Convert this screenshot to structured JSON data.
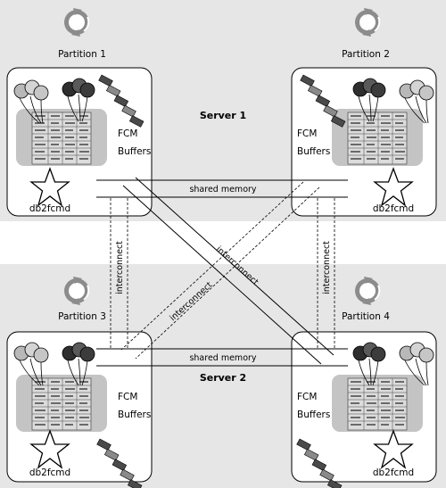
{
  "servers": {
    "server1_title": "Server 1",
    "server2_title": "Server 2"
  },
  "partitions": [
    {
      "id": "p1",
      "label": "Partition 1",
      "fcm": "FCM",
      "buffers": "Buffers",
      "process": "db2fcmd"
    },
    {
      "id": "p2",
      "label": "Partition 2",
      "fcm": "FCM",
      "buffers": "Buffers",
      "process": "db2fcmd"
    },
    {
      "id": "p3",
      "label": "Partition 3",
      "fcm": "FCM",
      "buffers": "Buffers",
      "process": "db2fcmd"
    },
    {
      "id": "p4",
      "label": "Partition 4",
      "fcm": "FCM",
      "buffers": "Buffers",
      "process": "db2fcmd"
    }
  ],
  "links": {
    "shared_memory_top": "shared memory",
    "shared_memory_bottom": "shared memory",
    "interconnect_left": "interconnect",
    "interconnect_right": "interconnect",
    "interconnect_diag_a": "interconnect",
    "interconnect_diag_b": "interconnect"
  },
  "colors": {
    "server_band": "#e6e6e6",
    "partition_box": "#ffffff",
    "fcm_buffer": "#c4c4c4",
    "stroke": "#000000"
  },
  "icons": [
    "cycle-arrow-icon",
    "balloon-cluster-icon",
    "data-stream-icon",
    "star-icon",
    "table-grid-icon"
  ]
}
